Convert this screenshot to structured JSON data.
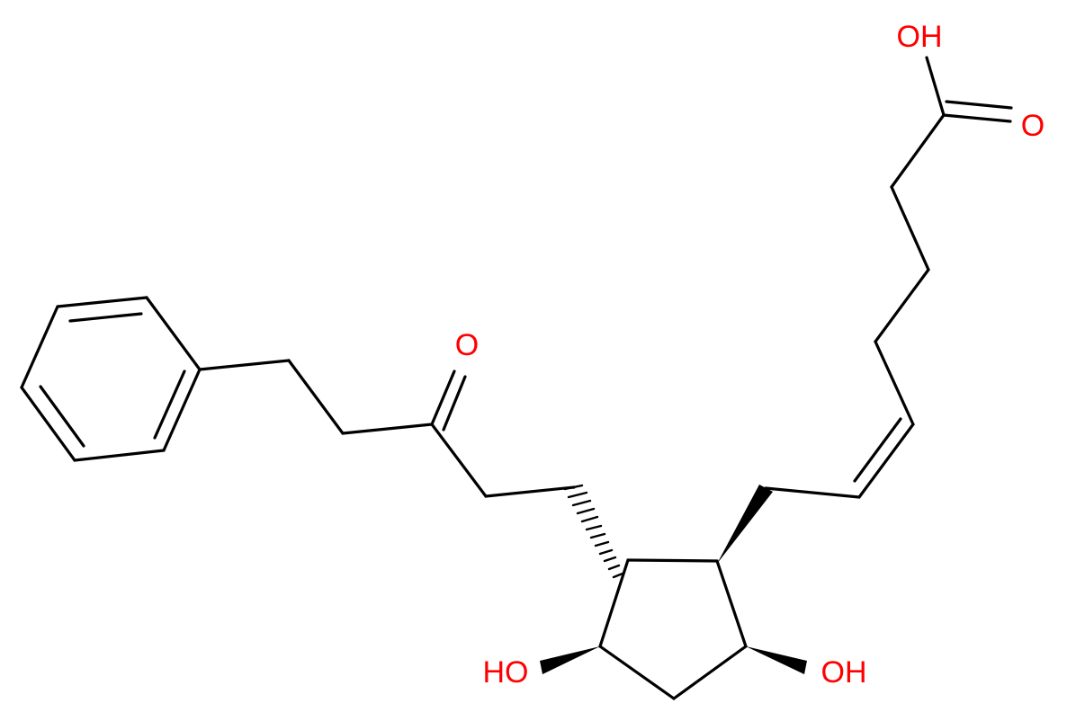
{
  "colors": {
    "bond": "#000000",
    "oxygen": "#ff0000",
    "background": "#ffffff"
  },
  "labels": {
    "acid_oh": "OH",
    "acid_o": "O",
    "ketone_o": "O",
    "left_oh": "HO",
    "right_oh": "OH"
  }
}
